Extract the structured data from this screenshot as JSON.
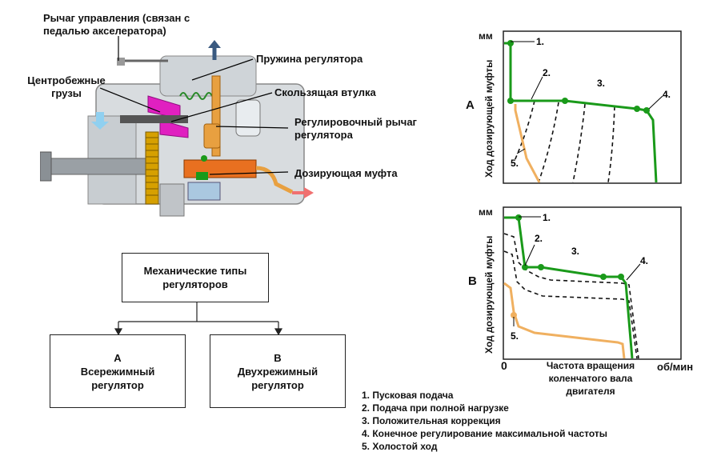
{
  "diagram": {
    "labels": {
      "control_lever": "Рычаг управления (связан с педалью акселератора)",
      "governor_spring": "Пружина регулятора",
      "centrifugal_weights": "Центробежные грузы",
      "sliding_sleeve": "Скользящая втулка",
      "governor_adjusting_lever": "Регулировочный рычаг регулятора",
      "control_collar": "Дозирующая муфта"
    },
    "tree": {
      "root": "Механические типы регуляторов",
      "left_letter": "A",
      "left_text": "Всережимный регулятор",
      "right_letter": "B",
      "right_text": "Двухрежимный регулятор"
    },
    "legend": [
      "1. Пусковая подача",
      "2. Подача при полной нагрузке",
      "3. Положительная коррекция",
      "4. Конечное регулирование максимальной частоты",
      "5. Холостой ход"
    ],
    "graph_a": {
      "letter": "A",
      "y_unit": "мм",
      "y_label": "Ход дозирующей муфты",
      "points": [
        "1.",
        "2.",
        "3.",
        "4.",
        "5."
      ]
    },
    "graph_b": {
      "letter": "B",
      "y_unit": "мм",
      "y_label": "Ход дозирующей муфты",
      "points": [
        "1.",
        "2.",
        "3.",
        "4.",
        "5."
      ],
      "x_zero": "0",
      "x_label": "Частота вращения коленчатого вала двигателя",
      "x_unit": "об/мин"
    },
    "colors": {
      "full_load": "#1a9a1a",
      "idle": "#f0b060",
      "dashed": "#111111",
      "magenta": "#e020c0",
      "orange": "#e87020"
    }
  }
}
